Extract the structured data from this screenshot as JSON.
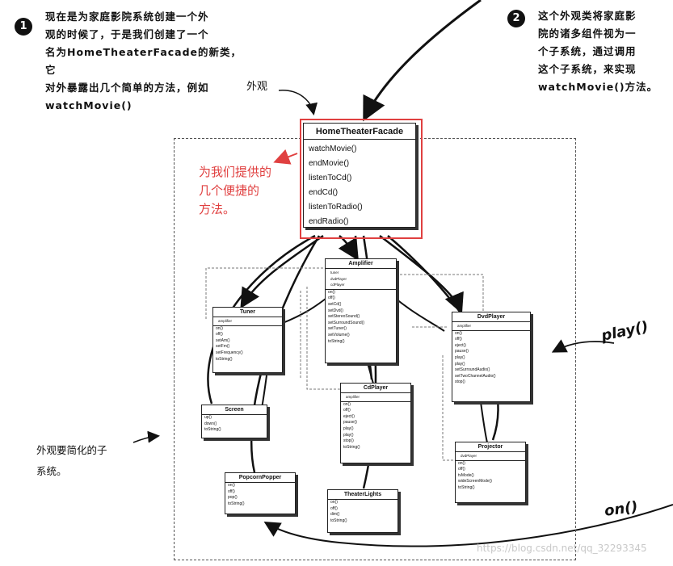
{
  "note1": {
    "number": "1",
    "lines": [
      "现在是为家庭影院系统创建一个外",
      "观的时候了，于是我们创建了一个",
      "名为HomeTheaterFacade的新类，它",
      "对外暴露出几个简单的方法，例如"
    ],
    "method": "watchMovie()"
  },
  "note2": {
    "number": "2",
    "lines": [
      "这个外观类将家庭影",
      "院的诸多组件视为一",
      "个子系统，通过调用",
      "这个子系统，来实现"
    ],
    "method": "watchMovie()",
    "suffix": "方法。"
  },
  "facade_label": "外观",
  "facade_class": {
    "name": "HomeTheaterFacade",
    "methods": [
      "watchMovie()",
      "endMovie()",
      "listenToCd()",
      "endCd()",
      "listenToRadio()",
      "endRadio()"
    ]
  },
  "red_note": [
    "为我们提供的",
    "几个便捷的",
    "方法。"
  ],
  "colors": {
    "highlight": "#e04040"
  },
  "subsystem_note": [
    "外观要简化的子",
    "系统。"
  ],
  "calls": {
    "play": "play()",
    "on": "on()"
  },
  "classes": {
    "amplifier": {
      "name": "Amplifier",
      "attrs": [
        "tuner",
        "dvdPlayer",
        "cdPlayer"
      ],
      "methods": [
        "on()",
        "off()",
        "setCd()",
        "setDvd()",
        "setStereoSound()",
        "setSurroundSound()",
        "setTuner()",
        "setVolume()",
        "toString()"
      ]
    },
    "tuner": {
      "name": "Tuner",
      "attrs": [
        "amplifier"
      ],
      "methods": [
        "on()",
        "off()",
        "setAm()",
        "setFm()",
        "setFrequency()",
        "toString()"
      ]
    },
    "dvdplayer": {
      "name": "DvdPlayer",
      "attrs": [
        "amplifier"
      ],
      "methods": [
        "on()",
        "off()",
        "eject()",
        "pause()",
        "play()",
        "play()",
        "setSurroundAudio()",
        "setTwoChannelAudio()",
        "stop()"
      ]
    },
    "cdplayer": {
      "name": "CdPlayer",
      "attrs": [
        "amplifier"
      ],
      "methods": [
        "on()",
        "off()",
        "eject()",
        "pause()",
        "play()",
        "play()",
        "stop()",
        "toString()"
      ]
    },
    "screen": {
      "name": "Screen",
      "methods": [
        "up()",
        "down()",
        "toString()"
      ]
    },
    "popcorn": {
      "name": "PopcornPopper",
      "methods": [
        "on()",
        "off()",
        "pop()",
        "toString()"
      ]
    },
    "projector": {
      "name": "Projector",
      "attrs": [
        "dvdPlayer"
      ],
      "methods": [
        "on()",
        "off()",
        "tvMode()",
        "wideScreenMode()",
        "toString()"
      ]
    },
    "lights": {
      "name": "TheaterLights",
      "methods": [
        "on()",
        "off()",
        "dim()",
        "toString()"
      ]
    }
  },
  "watermark": "https://blog.csdn.net/qq_32293345"
}
